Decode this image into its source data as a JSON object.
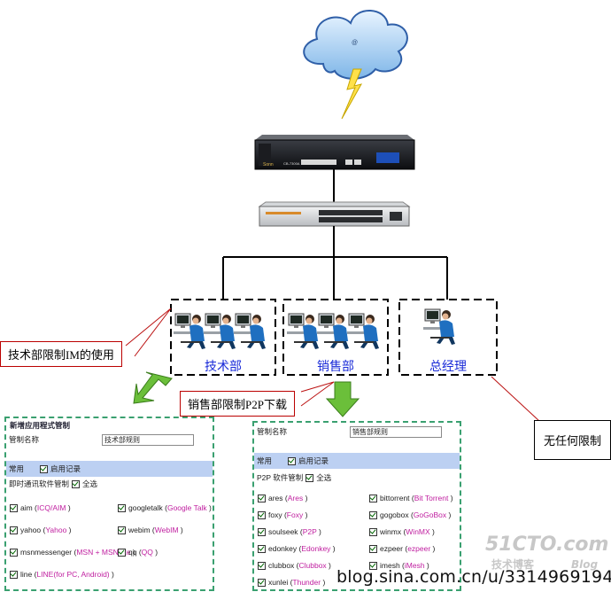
{
  "groups": [
    {
      "label": "技术部"
    },
    {
      "label": "销售部"
    },
    {
      "label": "总经理"
    }
  ],
  "callouts": {
    "tech": "技术部限制IM的使用",
    "sales": "销售部限制P2P下载",
    "gm": "无任何限制"
  },
  "tech_panel": {
    "title": "新增应用程式管制",
    "name_label": "管制名称",
    "name_value": "技术部规则",
    "tab_common": "常用",
    "enable_log": "启用记录",
    "category": "即时通讯软件管制",
    "select_all": "全选",
    "items": [
      {
        "name": "aim",
        "alt": "ICQ/AIM"
      },
      {
        "name": "googletalk",
        "alt": "Google Talk"
      },
      {
        "name": "yahoo",
        "alt": "Yahoo"
      },
      {
        "name": "webim",
        "alt": "WebIM"
      },
      {
        "name": "msnmessenger",
        "alt": "MSN + MSNLite"
      },
      {
        "name": "qq",
        "alt": "QQ"
      },
      {
        "name": "line",
        "alt": "LINE(for PC, Android)"
      }
    ]
  },
  "sales_panel": {
    "name_label": "管制名称",
    "name_value": "销售部规则",
    "tab_common": "常用",
    "enable_log": "启用记录",
    "category": "P2P 软件管制",
    "select_all": "全选",
    "items": [
      {
        "name": "ares",
        "alt": "Ares"
      },
      {
        "name": "bittorrent",
        "alt": "Bit Torrent"
      },
      {
        "name": "foxy",
        "alt": "Foxy"
      },
      {
        "name": "gogobox",
        "alt": "GoGoBox"
      },
      {
        "name": "soulseek",
        "alt": "P2P"
      },
      {
        "name": "winmx",
        "alt": "WinMX"
      },
      {
        "name": "edonkey",
        "alt": "Edonkey"
      },
      {
        "name": "ezpeer",
        "alt": "ezpeer"
      },
      {
        "name": "clubbox",
        "alt": "Clubbox"
      },
      {
        "name": "imesh",
        "alt": "iMesh"
      },
      {
        "name": "xunlei",
        "alt": "Thunder"
      }
    ]
  },
  "watermark": {
    "logo": "51CTO.com",
    "sub": "技术博客",
    "blog": "Blog"
  },
  "source_url": "blog.sina.com.cn/u/3314969194",
  "colors": {
    "group_label": "#1a2bd8",
    "callout_line": "#bb1111",
    "arrow": "#6bbf3a",
    "panel_border": "#3aa070",
    "bar": "#bcd0f2",
    "alt_text": "#c020a0"
  }
}
